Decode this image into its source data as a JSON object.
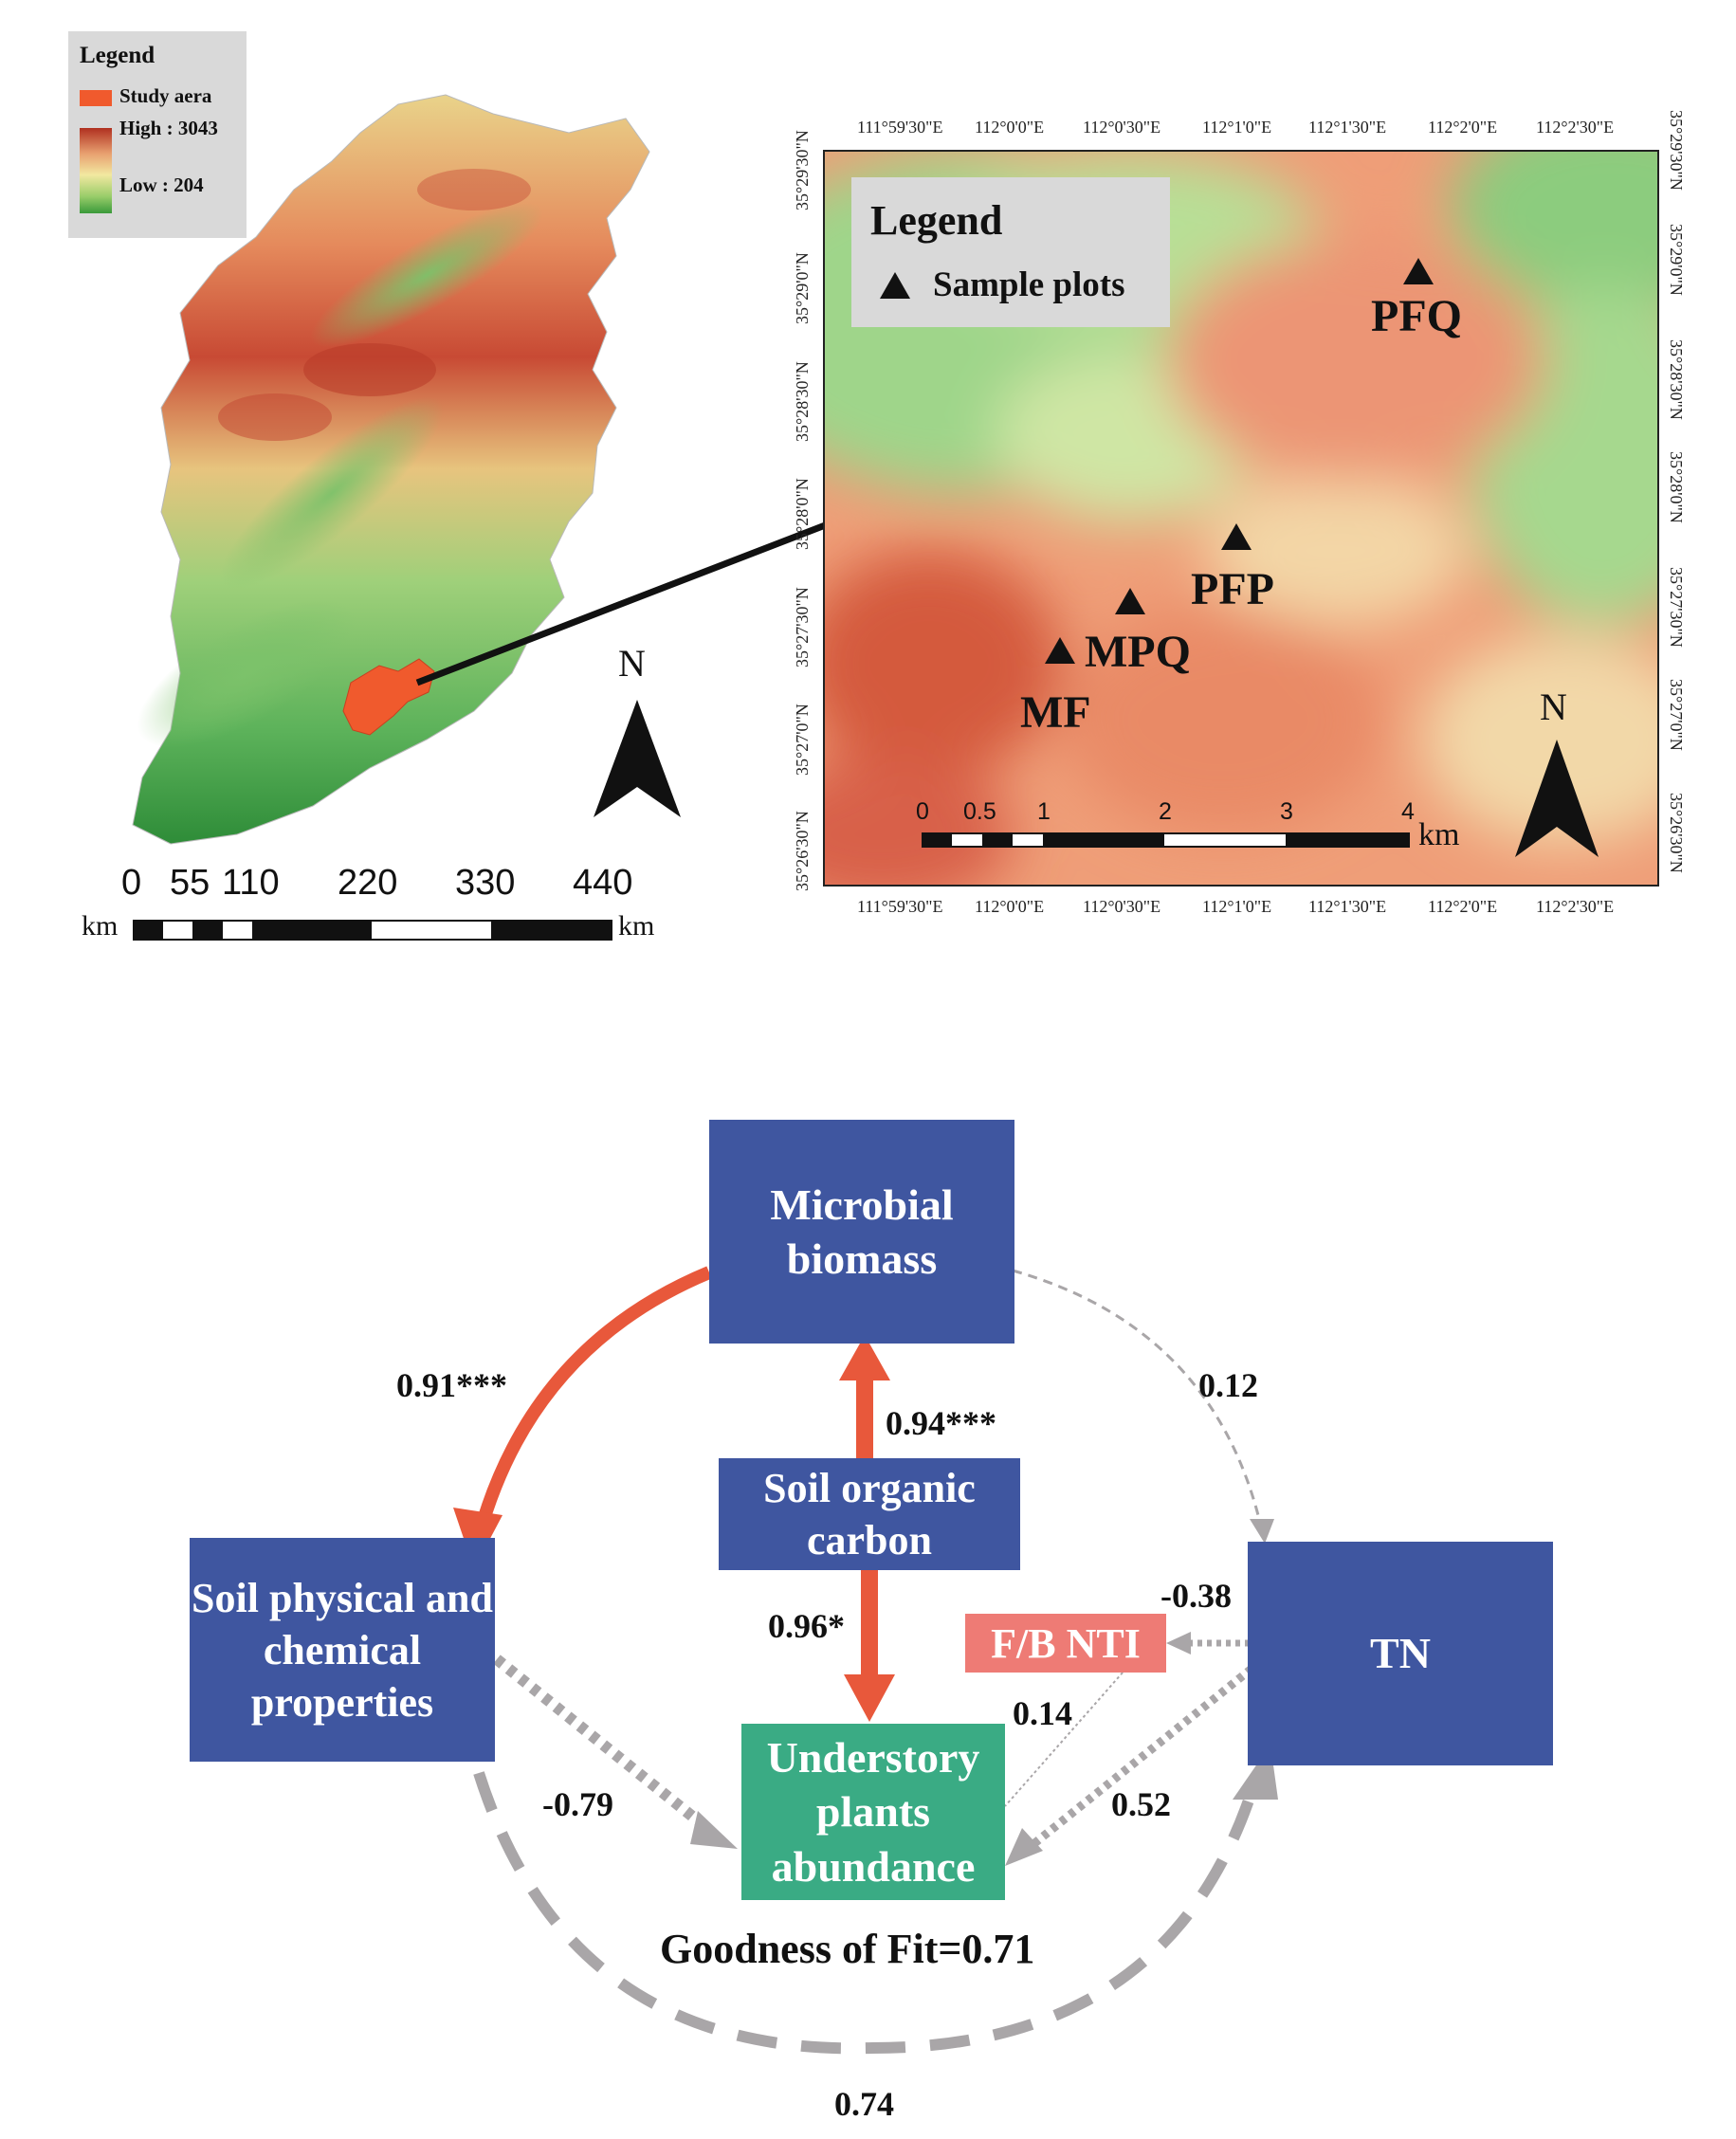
{
  "province_map": {
    "legend": {
      "title": "Legend",
      "study_area": "Study aera",
      "high": "High : 3043",
      "low": "Low : 204"
    },
    "north": "N",
    "scale": {
      "ticks": [
        "0",
        "55",
        "110",
        "220",
        "330",
        "440"
      ],
      "unit_left": "km",
      "unit_right": "km"
    },
    "colors": {
      "study_area": "#f05a2d",
      "high": "#b03020",
      "low": "#3a9a3a"
    }
  },
  "study_map": {
    "top_ticks": [
      "111°59'30\"E",
      "112°0'0\"E",
      "112°0'30\"E",
      "112°1'0\"E",
      "112°1'30\"E",
      "112°2'0\"E",
      "112°2'30\"E"
    ],
    "bottom_ticks": [
      "111°59'30\"E",
      "112°0'0\"E",
      "112°0'30\"E",
      "112°1'0\"E",
      "112°1'30\"E",
      "112°2'0\"E",
      "112°2'30\"E"
    ],
    "left_ticks": [
      "35°29'30\"N",
      "35°29'0\"N",
      "35°28'30\"N",
      "35°28'0\"N",
      "35°27'30\"N",
      "35°27'0\"N",
      "35°26'30\"N"
    ],
    "right_ticks": [
      "35°29'30\"N",
      "35°29'0\"N",
      "35°28'30\"N",
      "35°28'0\"N",
      "35°27'30\"N",
      "35°27'0\"N",
      "35°26'30\"N"
    ],
    "legend": {
      "title": "Legend",
      "item": "Sample plots"
    },
    "sites": [
      "PFQ",
      "PFP",
      "MPQ",
      "MF"
    ],
    "north": "N",
    "scale": {
      "ticks": [
        "0",
        "0.5",
        "1",
        "2",
        "3",
        "4"
      ],
      "unit": "km"
    }
  },
  "diagram": {
    "nodes": {
      "microbial": "Microbial biomass",
      "soc": "Soil organic carbon",
      "soil_props": "Soil physical and chemical properties",
      "tn": "TN",
      "fb_nti": "F/B NTI",
      "understory": "Understory plants abundance"
    },
    "coefficients": {
      "mb_to_soil": "0.91***",
      "mb_to_tn": "0.12",
      "soc_to_mb": "0.94***",
      "soc_to_understory": "0.96*",
      "tn_to_fbnti": "-0.38",
      "fbnti_to_understory": "0.14",
      "tn_to_understory": "0.52",
      "soil_to_understory": "-0.79",
      "soil_to_tn": "0.74"
    },
    "fit": "Goodness of Fit=0.71",
    "colors": {
      "box": "#3f56a0",
      "understory": "#3aab84",
      "fb_nti": "#ee7b75",
      "significant": "#e8583b",
      "nonsignificant": "#a9a6a8"
    }
  }
}
